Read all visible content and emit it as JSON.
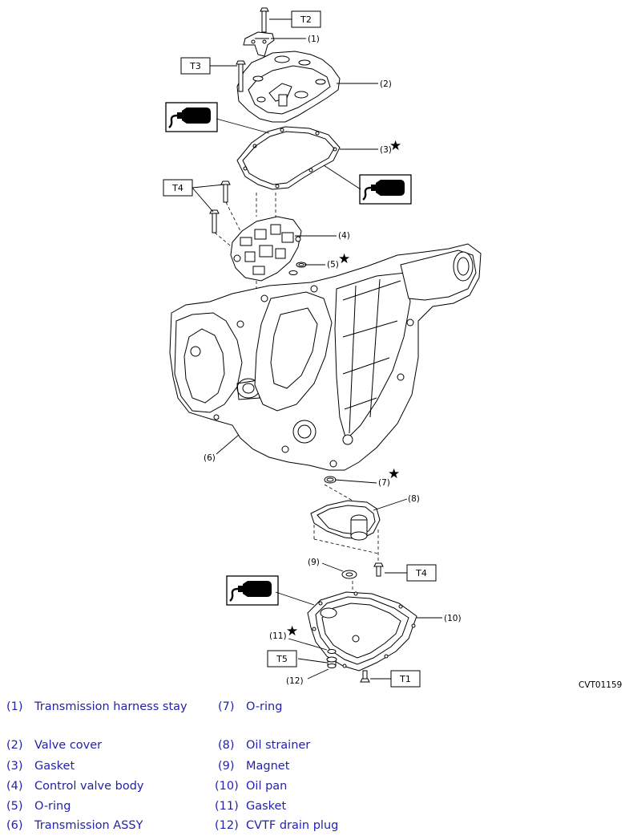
{
  "diagram": {
    "figure_id": "CVT01159",
    "torque_labels": [
      "T2",
      "T3",
      "T4",
      "T4",
      "T5",
      "T1"
    ],
    "callouts": [
      "(1)",
      "(2)",
      "(3)",
      "(4)",
      "(5)",
      "(6)",
      "(7)",
      "(8)",
      "(9)",
      "(10)",
      "(11)",
      "(12)"
    ],
    "replace_marker": "★"
  },
  "legend": [
    {
      "num": "(1)",
      "name": "Transmission harness stay"
    },
    {
      "num": "(2)",
      "name": "Valve cover"
    },
    {
      "num": "(3)",
      "name": "Gasket"
    },
    {
      "num": "(4)",
      "name": "Control valve body"
    },
    {
      "num": "(5)",
      "name": "O-ring"
    },
    {
      "num": "(6)",
      "name": "Transmission ASSY"
    },
    {
      "num": "(7)",
      "name": "O-ring"
    },
    {
      "num": "(8)",
      "name": "Oil strainer"
    },
    {
      "num": "(9)",
      "name": "Magnet"
    },
    {
      "num": "(10)",
      "name": "Oil pan"
    },
    {
      "num": "(11)",
      "name": "Gasket"
    },
    {
      "num": "(12)",
      "name": "CVTF drain plug"
    }
  ]
}
